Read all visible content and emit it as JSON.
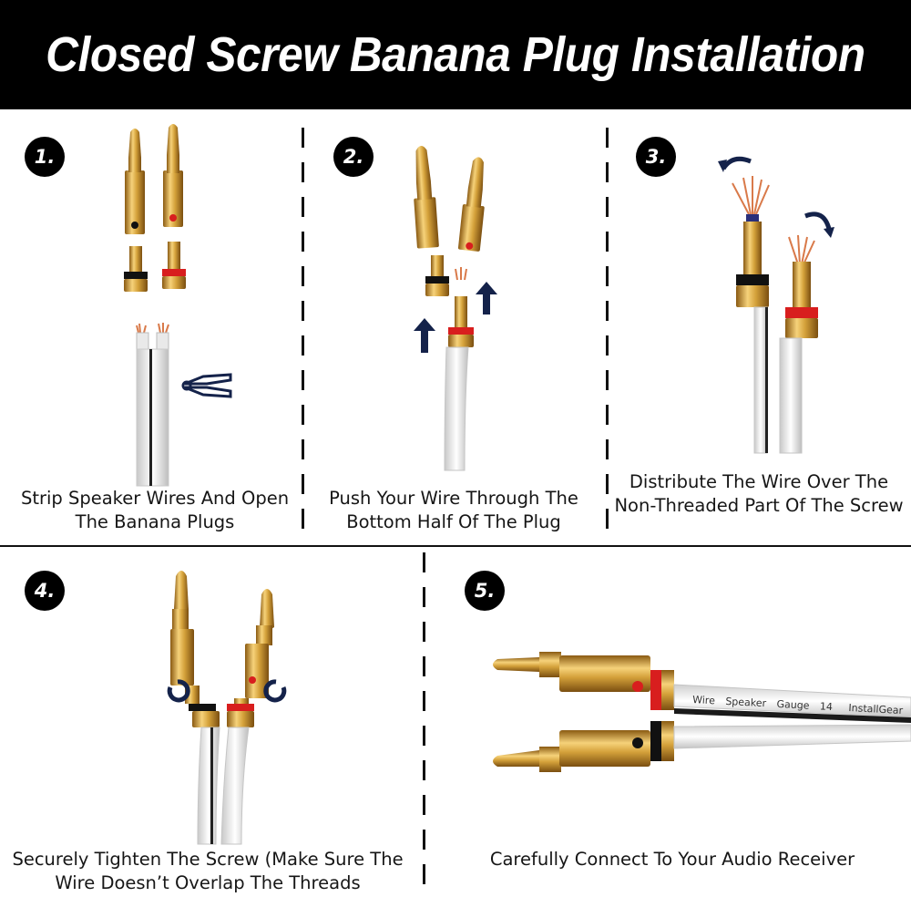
{
  "title": "Closed Screw Banana Plug Installation",
  "steps": [
    {
      "number": "1.",
      "caption": "Strip Speaker Wires And Open The Banana Plugs"
    },
    {
      "number": "2.",
      "caption": "Push Your Wire Through The Bottom Half Of The Plug"
    },
    {
      "number": "3.",
      "caption": "Distribute The Wire Over The Non-Threaded Part Of The Screw"
    },
    {
      "number": "4.",
      "caption": "Securely Tighten The Screw (Make Sure The Wire Doesn’t Overlap The Threads"
    },
    {
      "number": "5.",
      "caption": "Carefully Connect To Your Audio Receiver"
    }
  ],
  "wire_print": {
    "brand": "InstallGear",
    "gauge": "14",
    "word1": "Gauge",
    "word2": "Speaker",
    "word3": "Wire"
  },
  "colors": {
    "header_bg": "#000000",
    "gold": "#d4a13a",
    "red_band": "#d81e1e",
    "arrow_navy": "#14224a",
    "copper": "#d97a4a"
  },
  "icons": [
    "wire-stripper-icon",
    "up-arrow-icon",
    "rotate-arrow-icon"
  ]
}
